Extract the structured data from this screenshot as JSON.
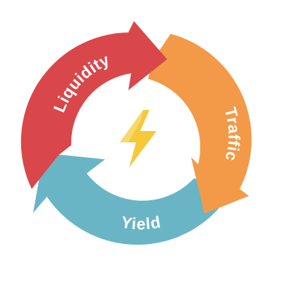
{
  "cycle": {
    "segments": [
      {
        "label": "Liquidity",
        "color": "#d9474a"
      },
      {
        "label": "Traffic",
        "color": "#f29a48"
      },
      {
        "label": "Yield",
        "color": "#69b5c5"
      }
    ],
    "center_icon": {
      "name": "lightning-bolt-icon",
      "color": "#f5c93a",
      "shade": "#f7d96c"
    },
    "background": "#ffffff"
  }
}
